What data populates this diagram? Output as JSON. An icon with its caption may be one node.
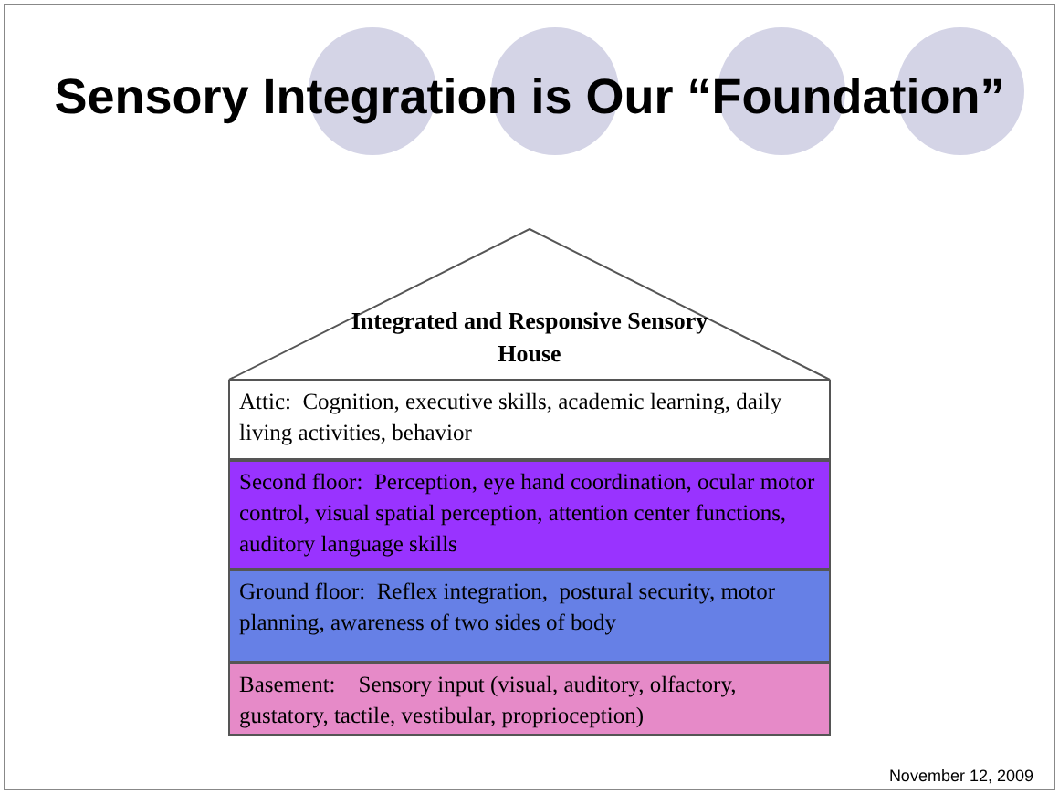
{
  "diagram": {
    "title": "Sensory Integration is Our “Foundation”",
    "nodes": [
      {
        "text": [
          "Integrated and Responsive Sensory House"
        ]
      },
      {
        "text": [
          "Attic:  Cognition, executive skills, academic learning, daily living activities, behavior"
        ]
      },
      {
        "text": [
          "Second floor:  Perception, eye hand coordination, ocular motor control, visual spatial perception, attention center functions, auditory language skills"
        ]
      },
      {
        "text": [
          "Ground floor:  Reflex integration,  postural security, motor planning, awareness of two sides of body"
        ]
      },
      {
        "text": [
          "Basement:    Sensory input (visual, auditory, olfactory, gustatory, tactile, vestibular, proprioception)"
        ]
      }
    ],
    "edges": [],
    "labels": [
      "November 12, 2009"
    ]
  }
}
